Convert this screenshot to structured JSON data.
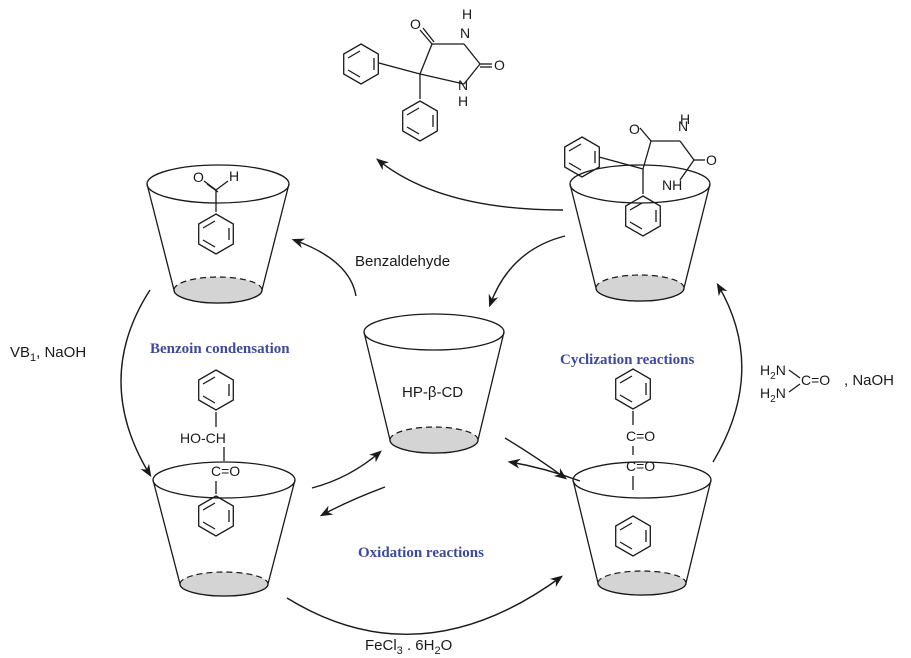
{
  "labels": {
    "benzaldehyde": "Benzaldehyde",
    "vb1_prefix": "VB",
    "vb1_sub": "1",
    "vb1_suffix": ", NaOH",
    "benzoin_condensation": "Benzoin condensation",
    "cyclization_reactions": "Cyclization reactions",
    "oxidation_reactions": "Oxidation reactions",
    "hp_cd": "HP-β-CD",
    "fecl3_a": "FeCl",
    "fecl3_b": "3",
    "fecl3_c": " . 6H",
    "fecl3_d": "2",
    "fecl3_e": "O",
    "naoh_right": ", NaOH"
  },
  "atoms": {
    "H": "H",
    "O": "O",
    "N": "N",
    "NH": "NH",
    "HO_CH": "HO-CH",
    "C_eq_O": "C=O",
    "H2N": "H",
    "two": "2",
    "N_tail": "N",
    "C_eq_O_urea": "C=O"
  },
  "colors": {
    "annotation_blue": "#3d4a9c",
    "cavity_grey": "#d4d4d4",
    "ink": "#1a1a1a"
  }
}
